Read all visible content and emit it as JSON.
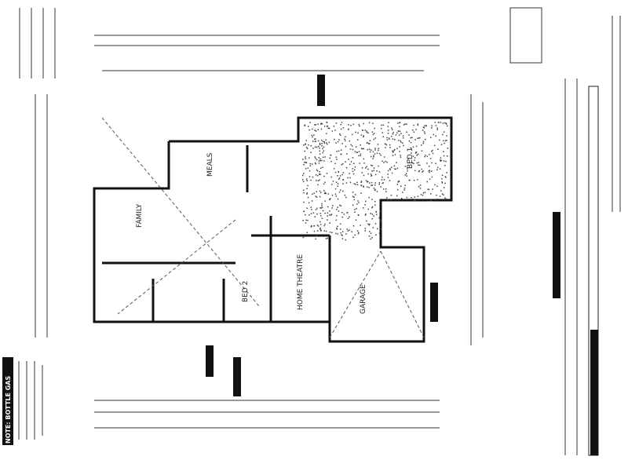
{
  "plan": {
    "rooms": [
      {
        "id": "family",
        "label": "FAMILY"
      },
      {
        "id": "meals",
        "label": "MEALS"
      },
      {
        "id": "bed2",
        "label": "BED 2"
      },
      {
        "id": "bed1",
        "label": "BED 1"
      },
      {
        "id": "home_theatre",
        "label": "HOME THEATRE"
      },
      {
        "id": "garage",
        "label": "GARAGE"
      }
    ],
    "notes": {
      "bottle_gas": "NOTE: BOTTLE GAS"
    },
    "colors": {
      "ink": "#111111",
      "paper": "#ffffff"
    }
  }
}
